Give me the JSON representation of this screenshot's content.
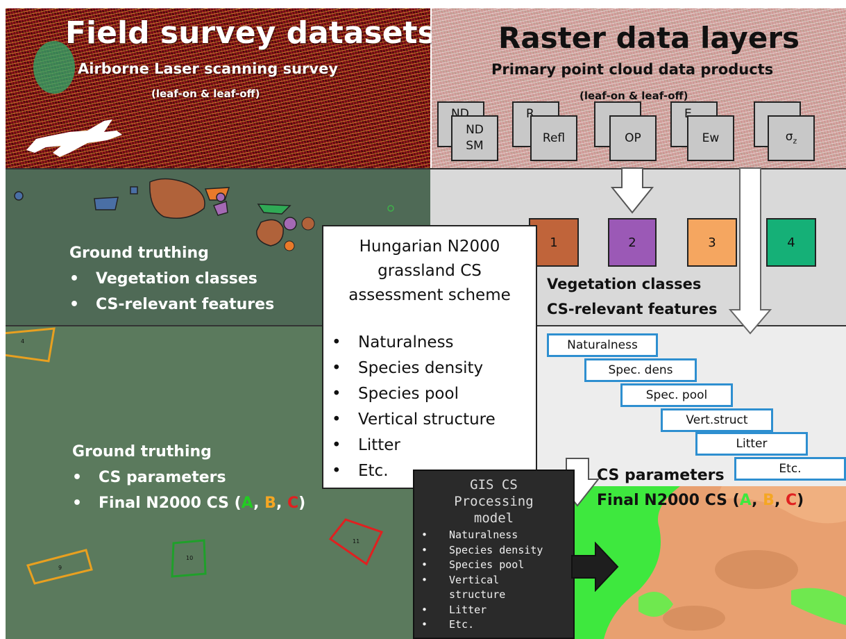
{
  "top_left": {
    "title": "Field survey datasets",
    "subtitle": "Airborne Laser scanning survey",
    "note": "(leaf-on & leaf-off)",
    "plane_icon": "airplane-icon"
  },
  "top_right": {
    "title": "Raster data layers",
    "subtitle": "Primary point cloud data products",
    "note": "(leaf-on & leaf-off)",
    "layers": [
      {
        "back_label": "ND",
        "front_line1": "ND",
        "front_line2": "SM"
      },
      {
        "back_label": "R",
        "front_line1": "Refl",
        "front_line2": ""
      },
      {
        "back_label": "",
        "front_line1": "OP",
        "front_line2": ""
      },
      {
        "back_label": "E",
        "front_line1": "Ew",
        "front_line2": ""
      },
      {
        "back_label": "",
        "front_line1": "σ",
        "front_line2": "z"
      }
    ]
  },
  "ground_truth_1": {
    "heading": "Ground truthing",
    "items": [
      "Vegetation classes",
      "CS-relevant features"
    ]
  },
  "ground_truth_2": {
    "heading": "Ground truthing",
    "item1": "CS parameters",
    "item2_prefix": "Final N2000 CS (",
    "grade_a": "A",
    "comma1": ", ",
    "grade_b": "B",
    "comma2": ", ",
    "grade_c": "C",
    "item2_suffix": ")"
  },
  "plots": [
    {
      "label": "4",
      "color": "#e8a020"
    },
    {
      "label": "9",
      "color": "#e8a020"
    },
    {
      "label": "10",
      "color": "#1fa02a"
    },
    {
      "label": "11",
      "color": "#e02020"
    }
  ],
  "assessment": {
    "title_line1": "Hungarian N2000",
    "title_line2": "grassland CS",
    "title_line3": "assessment scheme",
    "items": [
      "Naturalness",
      "Species density",
      "Species pool",
      "Vertical structure",
      "Litter",
      "Etc."
    ]
  },
  "veg_classes": {
    "boxes": [
      {
        "label": "1",
        "color": "#c0643a"
      },
      {
        "label": "2",
        "color": "#9b59b6"
      },
      {
        "label": "3",
        "color": "#f5a660"
      },
      {
        "label": "4",
        "color": "#15b077"
      }
    ],
    "line1": "Vegetation classes",
    "line2": "CS-relevant features"
  },
  "cs_params": {
    "boxes": [
      "Naturalness",
      "Spec. dens",
      "Spec. pool",
      "Vert.struct",
      "Litter",
      "Etc."
    ],
    "label1": "CS parameters",
    "label2_prefix": "Final N2000 CS (",
    "grade_a": "A",
    "comma1": ", ",
    "grade_b": "B",
    "comma2": ", ",
    "grade_c": "C",
    "label2_suffix": ")"
  },
  "gis_model": {
    "title_line1": "GIS CS",
    "title_line2": "Processing",
    "title_line3": "model",
    "items": [
      "Naturalness",
      "Species density",
      "Species pool",
      "Vertical",
      "structure",
      "Litter",
      "Etc."
    ]
  },
  "colors": {
    "grade_a": "#22cc22",
    "grade_b": "#f5a623",
    "grade_c": "#e02020",
    "param_border": "#2e8fd0",
    "map_green": "#3ee83e",
    "map_orange": "#e8a070"
  }
}
